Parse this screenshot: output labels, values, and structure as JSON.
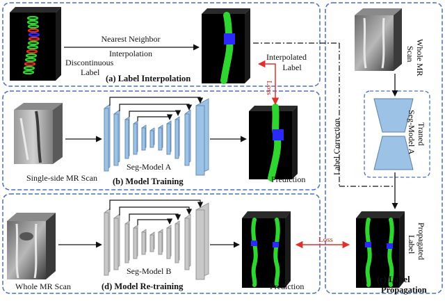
{
  "panels": {
    "a": "(a) Label Interpolation",
    "b": "(b) Model Training",
    "c_line1": "(c) Label",
    "c_line2": "Propagation",
    "d": "(d) Model Re-training"
  },
  "labels": {
    "discontinuous_1": "Discontinuous",
    "discontinuous_2": "Label",
    "nn_1": "Nearest Neighbor",
    "nn_2": "Interpolation",
    "interp_1": "Interpolated",
    "interp_2": "Label",
    "loss_a": "Loss",
    "loss_d": "Loss",
    "single_side": "Single-side MR Scan",
    "seg_model_a": "Seg-Model A",
    "prediction_b": "Prediction",
    "whole_mr_d": "Whole MR Scan",
    "seg_model_b": "Seg-Model B",
    "prediction_d": "Prediction",
    "whole_mr_1": "Whole MR",
    "whole_mr_2": "Scan",
    "label_correction": "Label Correction",
    "trained_1": "Traned",
    "trained_2": "Seg-Model A",
    "propagated_1": "Propagated",
    "propagated_2": "Label"
  },
  "colors": {
    "panel_border": "#4a6fc4",
    "network_blue": "#9cc2e5",
    "network_gray": "#c8c8c8",
    "loss_red": "#e0302a",
    "spine_green": "#2fd62f",
    "spine_blue": "#2a2aff"
  }
}
